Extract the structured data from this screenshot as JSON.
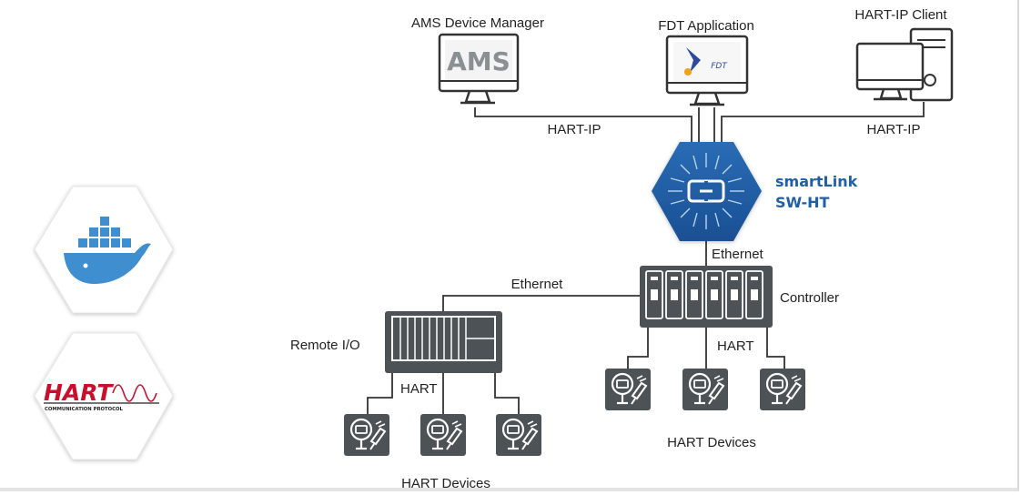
{
  "colors": {
    "device_gray": "#4d5256",
    "smartlink_blue": "#1f5fa8",
    "docker_blue": "#3e8ed0",
    "hart_red": "#c8102e",
    "line": "#333333"
  },
  "top_hosts": {
    "ams": {
      "title": "AMS Device Manager",
      "screen_text": "AMS"
    },
    "fdt": {
      "title": "FDT Application",
      "screen_text": "FDT"
    },
    "client": {
      "title": "HART-IP Client"
    }
  },
  "links": {
    "hartip_left": "HART-IP",
    "hartip_right": "HART-IP",
    "ethernet_top": "Ethernet",
    "ethernet_left": "Ethernet",
    "hart_controller": "HART",
    "hart_remote": "HART"
  },
  "smartlink": {
    "line1": "smartLink",
    "line2": "SW-HT"
  },
  "nodes": {
    "controller": "Controller",
    "remote_io": "Remote I/O",
    "devices_right": "HART Devices",
    "devices_left": "HART Devices"
  },
  "logos": {
    "docker": {
      "icon": "docker-whale-icon"
    },
    "hart": {
      "text": "HART",
      "subtext": "COMMUNICATION PROTOCOL"
    }
  }
}
